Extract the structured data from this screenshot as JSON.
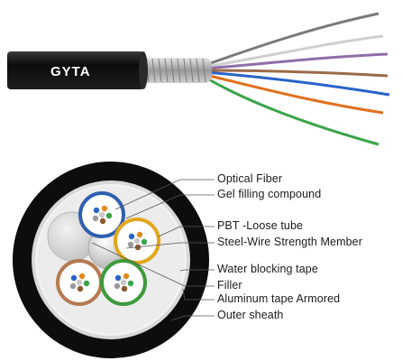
{
  "cable": {
    "brand_text": "GYTA"
  },
  "colors": {
    "sheath": "#141414",
    "armor": "#b8b8b8",
    "tube_blue": "#2f5fb0",
    "tube_yellow": "#e0a81c",
    "tube_brown": "#b57a52",
    "tube_green": "#3d9a3d",
    "fiber_colors": [
      "#2a63c9",
      "#e08a1e",
      "#3aa34a",
      "#8b5a2b",
      "#9a9a9a",
      "#c9c9c9"
    ]
  },
  "labels": [
    {
      "id": "optical-fiber",
      "text": "Optical Fiber"
    },
    {
      "id": "gel-filling-compound",
      "text": "Gel filling compound"
    },
    {
      "id": "pbt-loose-tube",
      "text": "PBT -Loose tube"
    },
    {
      "id": "steel-wire-strength-member",
      "text": "Steel-Wire Strength Member"
    },
    {
      "id": "water-blocking-tape",
      "text": "Water blocking tape"
    },
    {
      "id": "filler",
      "text": "Filler"
    },
    {
      "id": "aluminum-tape-armored",
      "text": "Aluminum tape Armored"
    },
    {
      "id": "outer-sheath",
      "text": "Outer sheath"
    }
  ]
}
